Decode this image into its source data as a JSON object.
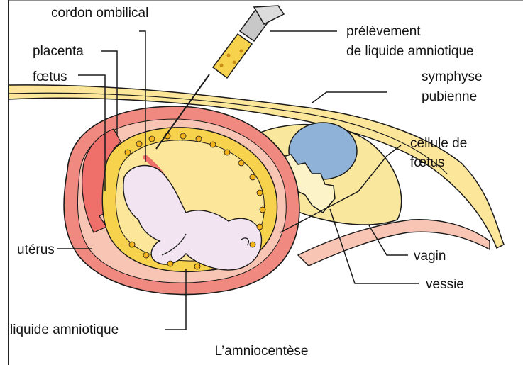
{
  "labels": {
    "cordon": "cordon ombilical",
    "placenta": "placenta",
    "foetus": "fœtus",
    "prelevement_1": "prélèvement",
    "prelevement_2": "de liquide amniotique",
    "symphyse_1": "symphyse",
    "symphyse_2": "pubienne",
    "cellule_1": "cellule de",
    "cellule_2": "fœtus",
    "uterus": "utérus",
    "vagin": "vagin",
    "vessie": "vessie",
    "liquide": "liquide amniotique"
  },
  "caption": "L’amniocentèse",
  "colors": {
    "uterus_wall": "#f08a80",
    "uterus_light": "#f8c4b4",
    "amniotic": "#f7d24c",
    "amniotic_light": "#fbe69a",
    "fetus": "#f2e4f0",
    "bladder": "#8fb3d8",
    "lines": "#1a1a1a"
  }
}
